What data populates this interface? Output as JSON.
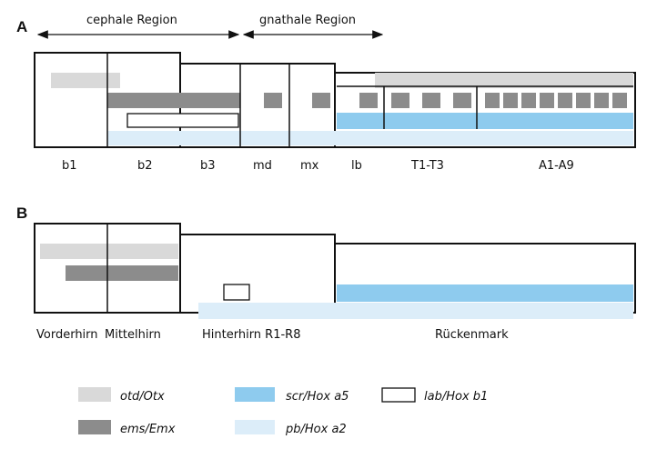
{
  "panel_a": {
    "label": "A",
    "region_cephal": "cephale Region",
    "region_gnathal": "gnathale Region",
    "segments": [
      "b1",
      "b2",
      "b3",
      "md",
      "mx",
      "lb",
      "T1-T3",
      "A1-A9"
    ]
  },
  "panel_b": {
    "label": "B",
    "segments": [
      "Vorderhirn",
      "Mittelhirn",
      "Hinterhirn R1-R8",
      "Rückenmark"
    ]
  },
  "legend": {
    "otd": "otd/Otx",
    "ems": "ems/Emx",
    "scr": "scr/Hox a5",
    "pb": "pb/Hox a2",
    "lab": "lab/Hox b1"
  },
  "colors": {
    "otd": "#d9d9d9",
    "ems": "#8c8c8c",
    "scr": "#8ecbee",
    "pb": "#dcedf9",
    "lab": "#ffffff",
    "outline": "#111111"
  }
}
